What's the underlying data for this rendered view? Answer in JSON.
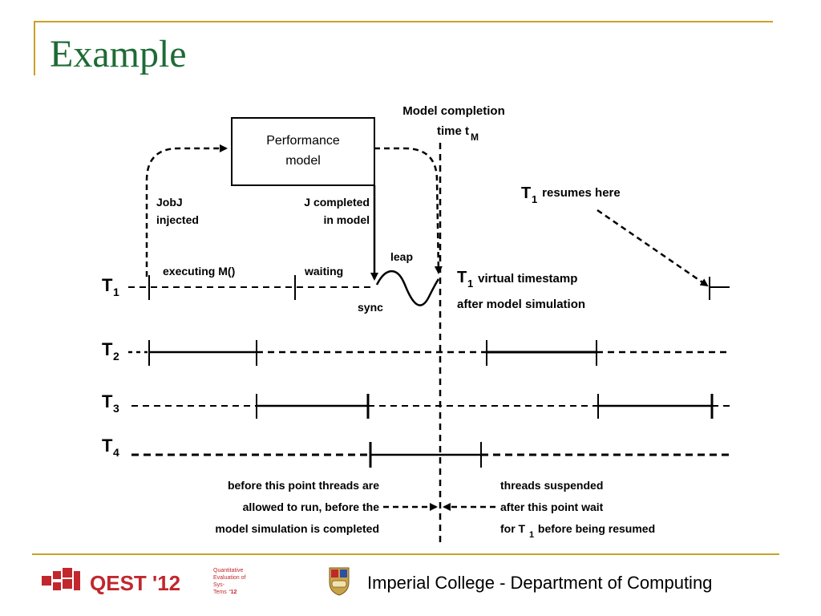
{
  "slide": {
    "title": "Example",
    "footer_text": "Imperial College - Department of Computing",
    "accent_color": "#c9a227",
    "title_color": "#1e6b35",
    "logo": {
      "name": "QEST '12",
      "subtitle_lines": [
        "Quantitative",
        "Evaluation of",
        "Sys-",
        "Tems",
        "'12"
      ],
      "color": "#c1272d"
    },
    "crest_icon": "imperial-college-crest"
  },
  "diagram": {
    "box_label_line1": "Performance",
    "box_label_line2": "model",
    "completion_line1": "Model completion",
    "completion_line2": "time t",
    "completion_sub": "M",
    "job_line1": "JobJ",
    "job_line2": "injected",
    "jcompleted_line1": "J completed",
    "jcompleted_line2": "in model",
    "resumes_label": "T",
    "resumes_sub": "1",
    "resumes_rest": " resumes here",
    "executing": "executing M()",
    "waiting": "waiting",
    "leap": "leap",
    "sync": "sync",
    "virtual_line1_t": "T",
    "virtual_line1_sub": "1",
    "virtual_line1_rest": " virtual timestamp",
    "virtual_line2": "after model simulation",
    "threads": [
      {
        "label": "T",
        "sub": "1"
      },
      {
        "label": "T",
        "sub": "2"
      },
      {
        "label": "T",
        "sub": "3"
      },
      {
        "label": "T",
        "sub": "4"
      }
    ],
    "before_line1": "before this point threads are",
    "before_line2": "allowed to run, before the",
    "before_line3": "model simulation is completed",
    "after_line1": "threads suspended",
    "after_line2": "after this point wait",
    "after_line3_pre": "for T",
    "after_line3_sub": "1",
    "after_line3_post": " before being resumed"
  }
}
